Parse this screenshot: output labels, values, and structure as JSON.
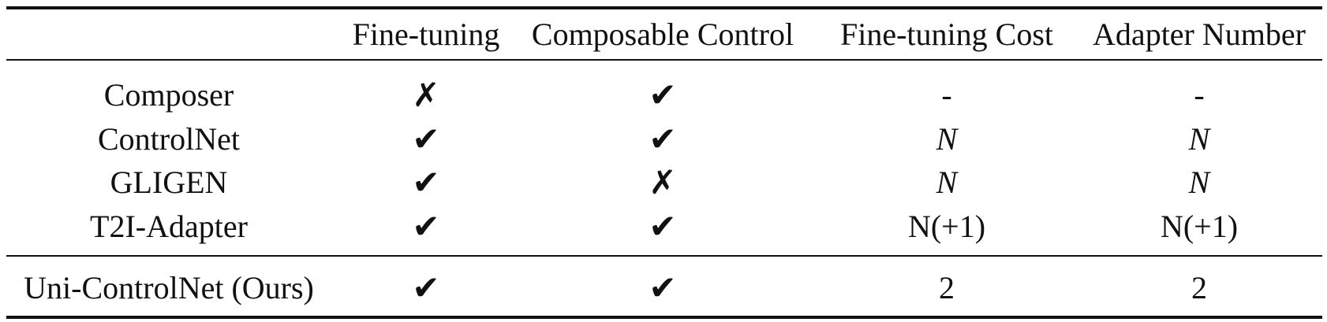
{
  "table": {
    "headers": [
      "",
      "Fine-tuning",
      "Composable Control",
      "Fine-tuning Cost",
      "Adapter Number"
    ],
    "rows": [
      {
        "method": "Composer",
        "fine_tuning": "✗",
        "composable_control": "✔",
        "fine_tuning_cost": "-",
        "adapter_number": "-"
      },
      {
        "method": "ControlNet",
        "fine_tuning": "✔",
        "composable_control": "✔",
        "fine_tuning_cost": "N",
        "adapter_number": "N"
      },
      {
        "method": "GLIGEN",
        "fine_tuning": "✔",
        "composable_control": "✗",
        "fine_tuning_cost": "N",
        "adapter_number": "N"
      },
      {
        "method": "T2I-Adapter",
        "fine_tuning": "✔",
        "composable_control": "✔",
        "fine_tuning_cost": "N(+1)",
        "adapter_number": "N(+1)"
      },
      {
        "method": "Uni-ControlNet (Ours)",
        "fine_tuning": "✔",
        "composable_control": "✔",
        "fine_tuning_cost": "2",
        "adapter_number": "2"
      }
    ]
  }
}
